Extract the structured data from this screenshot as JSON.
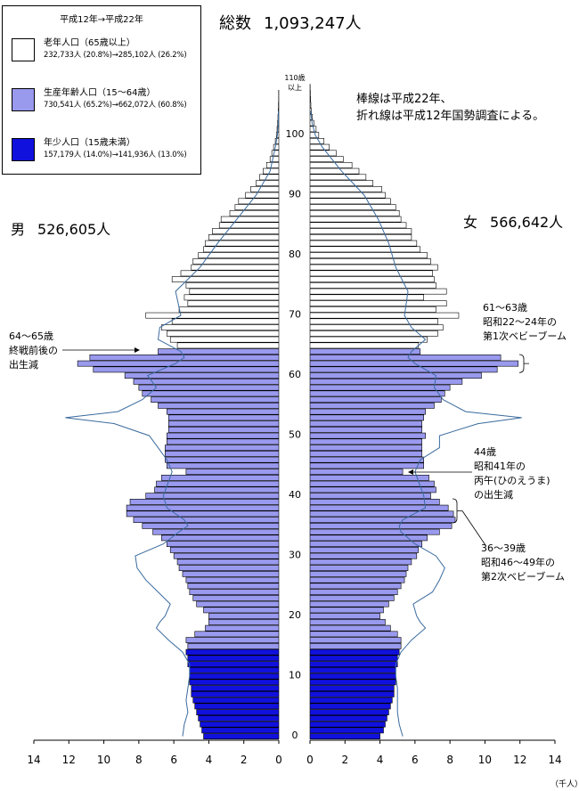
{
  "chart_data": {
    "type": "bar",
    "title": "総数　1,093,247人",
    "total_label": "総数",
    "total_value": "1,093,247人",
    "period_label": "平成12年→平成22年",
    "male_label": "男",
    "male_total": "526,605人",
    "female_label": "女",
    "female_total": "566,642人",
    "unit_label": "（千人）",
    "top_age_label": [
      "110歳",
      "以上"
    ],
    "note_lines": [
      "棒線は平成22年、",
      "折れ線は平成12年国勢調査による。"
    ],
    "legend": [
      {
        "label": "老年人口（65歳以上）",
        "detail": "232,733人 (20.8%)→285,102人 (26.2%)",
        "color": "#ffffff"
      },
      {
        "label": "生産年齢人口（15～64歳）",
        "detail": "730,541人 (65.2%)→662,072人 (60.8%)",
        "color": "#9999ee"
      },
      {
        "label": "年少人口（15歳未満）",
        "detail": "157,179人 (14.0%)→141,936人 (13.0%)",
        "color": "#1111dd"
      }
    ],
    "annotations": [
      {
        "lines": [
          "64～65歳",
          "終戦前後の",
          "出生減"
        ]
      },
      {
        "lines": [
          "61～63歳",
          "昭和22～24年の",
          "第1次ベビーブーム"
        ]
      },
      {
        "lines": [
          "44歳",
          "昭和41年の",
          "丙午(ひのえうま)",
          "の出生減"
        ]
      },
      {
        "lines": [
          "36～39歳",
          "昭和46～49年の",
          "第2次ベビーブーム"
        ]
      }
    ],
    "x_ticks": [
      14,
      12,
      10,
      8,
      6,
      4,
      2,
      0
    ],
    "x_ticks_female": [
      0,
      2,
      4,
      6,
      8,
      10,
      12,
      14
    ],
    "y_ticks": [
      0,
      10,
      20,
      30,
      40,
      50,
      60,
      70,
      80,
      90,
      100
    ],
    "xlim": [
      0,
      14
    ],
    "ylim": [
      0,
      100
    ],
    "group_colors": {
      "young": "#1111dd",
      "working": "#9999ee",
      "old": "#ffffff"
    },
    "line_color": "#3a6b9e",
    "ages": [
      0,
      1,
      2,
      3,
      4,
      5,
      6,
      7,
      8,
      9,
      10,
      11,
      12,
      13,
      14,
      15,
      16,
      17,
      18,
      19,
      20,
      21,
      22,
      23,
      24,
      25,
      26,
      27,
      28,
      29,
      30,
      31,
      32,
      33,
      34,
      35,
      36,
      37,
      38,
      39,
      40,
      41,
      42,
      43,
      44,
      45,
      46,
      47,
      48,
      49,
      50,
      51,
      52,
      53,
      54,
      55,
      56,
      57,
      58,
      59,
      60,
      61,
      62,
      63,
      64,
      65,
      66,
      67,
      68,
      69,
      70,
      71,
      72,
      73,
      74,
      75,
      76,
      77,
      78,
      79,
      80,
      81,
      82,
      83,
      84,
      85,
      86,
      87,
      88,
      89,
      90,
      91,
      92,
      93,
      94,
      95,
      96,
      97,
      98,
      99,
      100,
      101,
      102,
      103,
      104,
      105,
      106,
      107,
      108,
      109,
      110
    ],
    "male_2010": [
      4.3,
      4.4,
      4.5,
      4.6,
      4.7,
      4.8,
      4.9,
      5.0,
      5.0,
      5.1,
      5.1,
      5.1,
      5.2,
      5.2,
      5.3,
      5.2,
      5.3,
      4.8,
      4.2,
      4.0,
      4.0,
      4.3,
      4.7,
      4.9,
      5.1,
      5.2,
      5.3,
      5.5,
      5.7,
      5.8,
      6.0,
      6.2,
      6.4,
      6.7,
      7.2,
      7.8,
      8.3,
      8.7,
      8.7,
      8.5,
      7.6,
      7.1,
      7.0,
      6.7,
      5.3,
      6.4,
      6.5,
      6.5,
      6.5,
      6.4,
      6.4,
      6.3,
      6.3,
      6.3,
      6.4,
      6.9,
      7.3,
      7.8,
      8.0,
      8.3,
      8.8,
      10.6,
      11.5,
      10.8,
      6.9,
      5.8,
      6.2,
      6.4,
      6.7,
      6.1,
      7.6,
      5.7,
      5.2,
      5.4,
      5.1,
      5.3,
      6.1,
      5.6,
      5.0,
      4.9,
      4.6,
      4.3,
      4.2,
      4.0,
      3.8,
      3.4,
      3.3,
      2.8,
      2.5,
      2.3,
      1.9,
      1.6,
      1.3,
      1.1,
      0.9,
      0.7,
      0.5,
      0.4,
      0.3,
      0.2,
      0.14,
      0.1,
      0.07,
      0.05,
      0.03,
      0.02,
      0.01,
      0.01,
      0.0,
      0.0,
      0.0
    ],
    "female_2010": [
      4.0,
      4.2,
      4.3,
      4.4,
      4.5,
      4.6,
      4.7,
      4.8,
      4.8,
      4.9,
      4.9,
      4.9,
      5.0,
      5.0,
      5.1,
      5.2,
      5.2,
      5.0,
      4.6,
      4.3,
      4.0,
      4.2,
      4.5,
      4.8,
      5.0,
      5.2,
      5.4,
      5.5,
      5.6,
      5.8,
      6.1,
      6.2,
      6.4,
      6.7,
      7.4,
      8.1,
      8.3,
      8.2,
      7.9,
      7.4,
      6.9,
      7.2,
      7.1,
      6.8,
      5.3,
      6.5,
      6.5,
      6.4,
      6.4,
      6.4,
      6.6,
      6.4,
      6.4,
      6.5,
      6.6,
      7.1,
      7.5,
      7.7,
      8.0,
      8.7,
      9.8,
      10.7,
      11.9,
      10.9,
      6.3,
      6.2,
      6.7,
      7.3,
      7.6,
      7.3,
      8.5,
      7.2,
      7.8,
      6.5,
      7.8,
      7.2,
      7.1,
      7.0,
      7.3,
      6.9,
      6.7,
      6.3,
      6.1,
      5.8,
      5.8,
      5.5,
      5.2,
      5.1,
      4.9,
      4.6,
      4.3,
      4.1,
      3.6,
      3.2,
      2.8,
      2.4,
      1.9,
      1.5,
      1.1,
      0.8,
      0.5,
      0.35,
      0.22,
      0.14,
      0.08,
      0.05,
      0.03,
      0.02,
      0.01,
      0.0,
      0.0
    ],
    "male_2000_ages": [
      0,
      2,
      4,
      6,
      8,
      10,
      12,
      14,
      16,
      18,
      19,
      20,
      22,
      24,
      26,
      28,
      30,
      32,
      34,
      35,
      36,
      38,
      40,
      44,
      46,
      48,
      50,
      52,
      53,
      54,
      56,
      58,
      60,
      62,
      63,
      64,
      66,
      68,
      70,
      74,
      78,
      82,
      86,
      90,
      94,
      98,
      100,
      102,
      104
    ],
    "male_2000": [
      5.5,
      5.4,
      5.2,
      5.3,
      5.2,
      5.1,
      5.1,
      5.5,
      6.3,
      7.0,
      6.8,
      6.5,
      6.2,
      6.9,
      7.6,
      8.1,
      8.2,
      6.6,
      5.7,
      5.2,
      5.4,
      6.4,
      6.6,
      6.1,
      6.4,
      6.9,
      7.4,
      9.4,
      12.2,
      9.2,
      7.8,
      7.0,
      7.5,
      5.9,
      5.4,
      5.6,
      6.9,
      6.8,
      5.6,
      5.9,
      4.5,
      3.5,
      2.4,
      1.3,
      0.5,
      0.2,
      0.08,
      0.03,
      0.01
    ],
    "female_2000_ages": [
      0,
      2,
      4,
      6,
      8,
      10,
      12,
      14,
      16,
      18,
      19,
      20,
      22,
      24,
      26,
      28,
      30,
      32,
      34,
      35,
      36,
      38,
      40,
      44,
      46,
      48,
      50,
      52,
      53,
      54,
      56,
      58,
      60,
      62,
      63,
      64,
      66,
      68,
      70,
      74,
      78,
      82,
      86,
      90,
      94,
      98,
      100,
      102,
      104
    ],
    "female_2000": [
      5.3,
      5.1,
      5.0,
      5.0,
      5.0,
      4.9,
      4.9,
      5.2,
      5.8,
      6.6,
      6.3,
      6.1,
      5.9,
      7.0,
      7.4,
      7.7,
      7.2,
      6.0,
      5.2,
      5.1,
      5.3,
      6.6,
      6.5,
      6.0,
      6.3,
      7.4,
      7.4,
      9.6,
      12.1,
      8.9,
      7.6,
      7.1,
      7.2,
      6.0,
      5.6,
      5.8,
      6.6,
      5.8,
      5.4,
      5.6,
      4.9,
      4.5,
      3.9,
      3.1,
      1.8,
      0.7,
      0.3,
      0.12,
      0.04
    ]
  }
}
